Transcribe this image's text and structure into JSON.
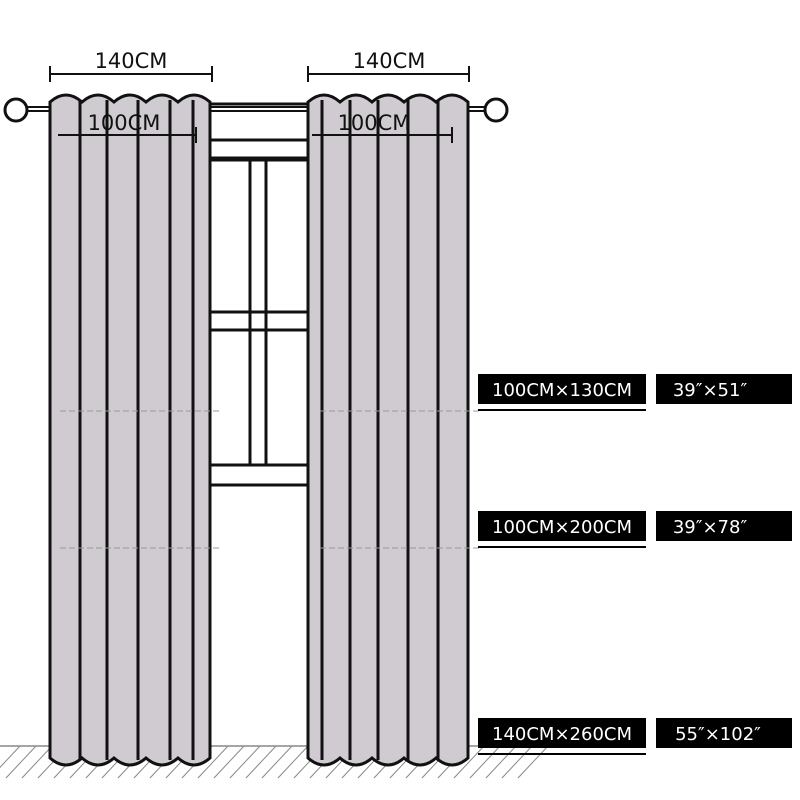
{
  "dimensions": {
    "left_top_width": "140CM",
    "right_top_width": "140CM",
    "left_inner_width": "100CM",
    "right_inner_width": "100CM"
  },
  "sizes": [
    {
      "metric": "100CM×130CM",
      "imperial": "39″×51″"
    },
    {
      "metric": "100CM×200CM",
      "imperial": "39″×78″"
    },
    {
      "metric": "140CM×260CM",
      "imperial": "55″×102″"
    }
  ],
  "colors": {
    "curtain": "#cfcbd0",
    "outline": "#111111",
    "label_bg": "#000000",
    "label_text": "#ffffff",
    "guide_line": "#9a9a9a"
  }
}
